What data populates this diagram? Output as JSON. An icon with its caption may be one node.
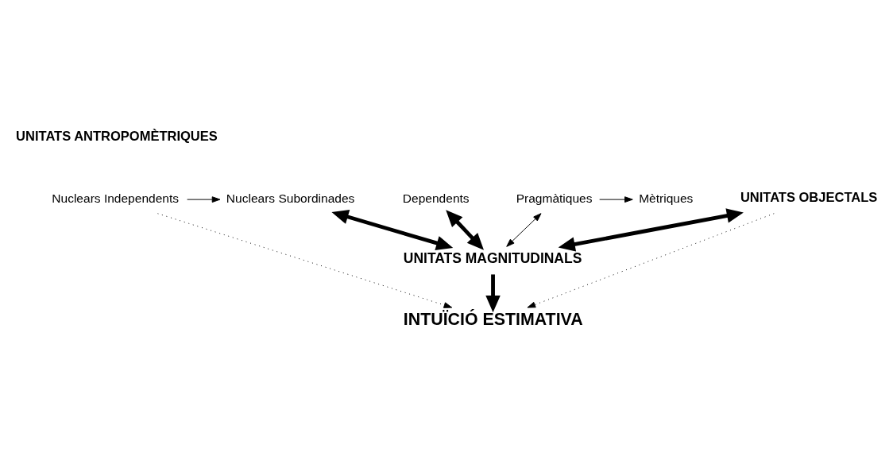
{
  "diagram": {
    "nodes": [
      {
        "text": [
          "Nuclears Independents"
        ]
      },
      {
        "text": [
          "Nuclears Subordinades"
        ]
      },
      {
        "text": [
          "Dependents"
        ]
      },
      {
        "text": [
          "UNITATS MAGNITUDINALS"
        ]
      },
      {
        "text": [
          "Pragmàtiques"
        ]
      },
      {
        "text": [
          "Mètriques"
        ]
      },
      {
        "text": [
          "UNITATS OBJECTALS"
        ]
      },
      {
        "text": [
          "INTUÏCIÓ ESTIMATIVA"
        ]
      }
    ],
    "edges": [
      {
        "from": 0,
        "to": 1,
        "arrow": "to"
      },
      {
        "from": 1,
        "to": 3,
        "arrow": "both",
        "style": "thick"
      },
      {
        "from": 2,
        "to": 3,
        "arrow": "both",
        "style": "thick"
      },
      {
        "from": 4,
        "to": 3,
        "arrow": "both"
      },
      {
        "from": 6,
        "to": 3,
        "arrow": "both",
        "style": "thick"
      },
      {
        "from": 3,
        "to": 7,
        "arrow": "to",
        "style": "thick"
      },
      {
        "from": 4,
        "to": 5,
        "arrow": "to"
      },
      {
        "from": 0,
        "to": 7,
        "arrow": "to",
        "style": "dashed"
      },
      {
        "from": 6,
        "to": 7,
        "arrow": "to",
        "style": "dashed"
      }
    ],
    "labels": [
      "UNITATS ANTROPOMÈTRIQUES"
    ]
  }
}
